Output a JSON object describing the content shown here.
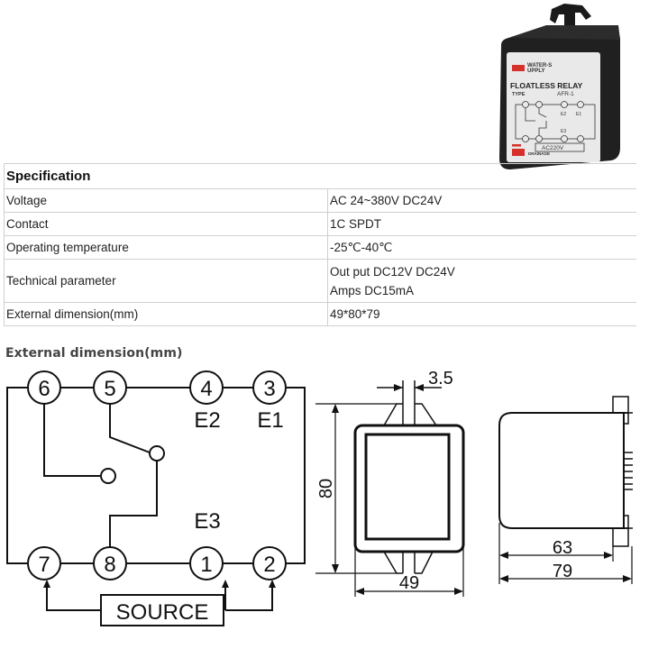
{
  "product_photo": {
    "label_top": "WATER-SUPPLY",
    "label_title": "FLOATLESS RELAY",
    "label_type": "TYPE",
    "label_model": "AFR-1",
    "label_voltage": "AC220V",
    "label_bottom": "DRAINAGE",
    "label_e1": "E1",
    "label_e2": "E2",
    "label_e3": "E3",
    "indicator_color": "#d6302a"
  },
  "spec_table": {
    "header": "Specification",
    "rows": [
      {
        "key": "Voltage",
        "value": [
          "AC 24~380V DC24V"
        ]
      },
      {
        "key": "Contact",
        "value": [
          "1C SPDT"
        ]
      },
      {
        "key": "Operating temperature",
        "value": [
          "-25℃-40℃"
        ]
      },
      {
        "key": "Technical parameter",
        "value": [
          "Out put DC12V DC24V",
          "Amps DC15mA"
        ]
      },
      {
        "key": "External dimension(mm)",
        "value": [
          "49*80*79"
        ]
      }
    ]
  },
  "dimension_section": {
    "title": "External dimension(mm)"
  },
  "wiring_diagram": {
    "terminals_top": [
      "6",
      "5",
      "4",
      "3"
    ],
    "terminals_bottom": [
      "7",
      "8",
      "1",
      "2"
    ],
    "electrode_labels": {
      "e2": "E2",
      "e1": "E1",
      "e3": "E3"
    },
    "source_label": "SOURCE"
  },
  "front_view": {
    "width_label": "49",
    "height_label": "80",
    "slot_label": "3.5"
  },
  "side_view": {
    "body_depth_label": "63",
    "total_depth_label": "79"
  }
}
